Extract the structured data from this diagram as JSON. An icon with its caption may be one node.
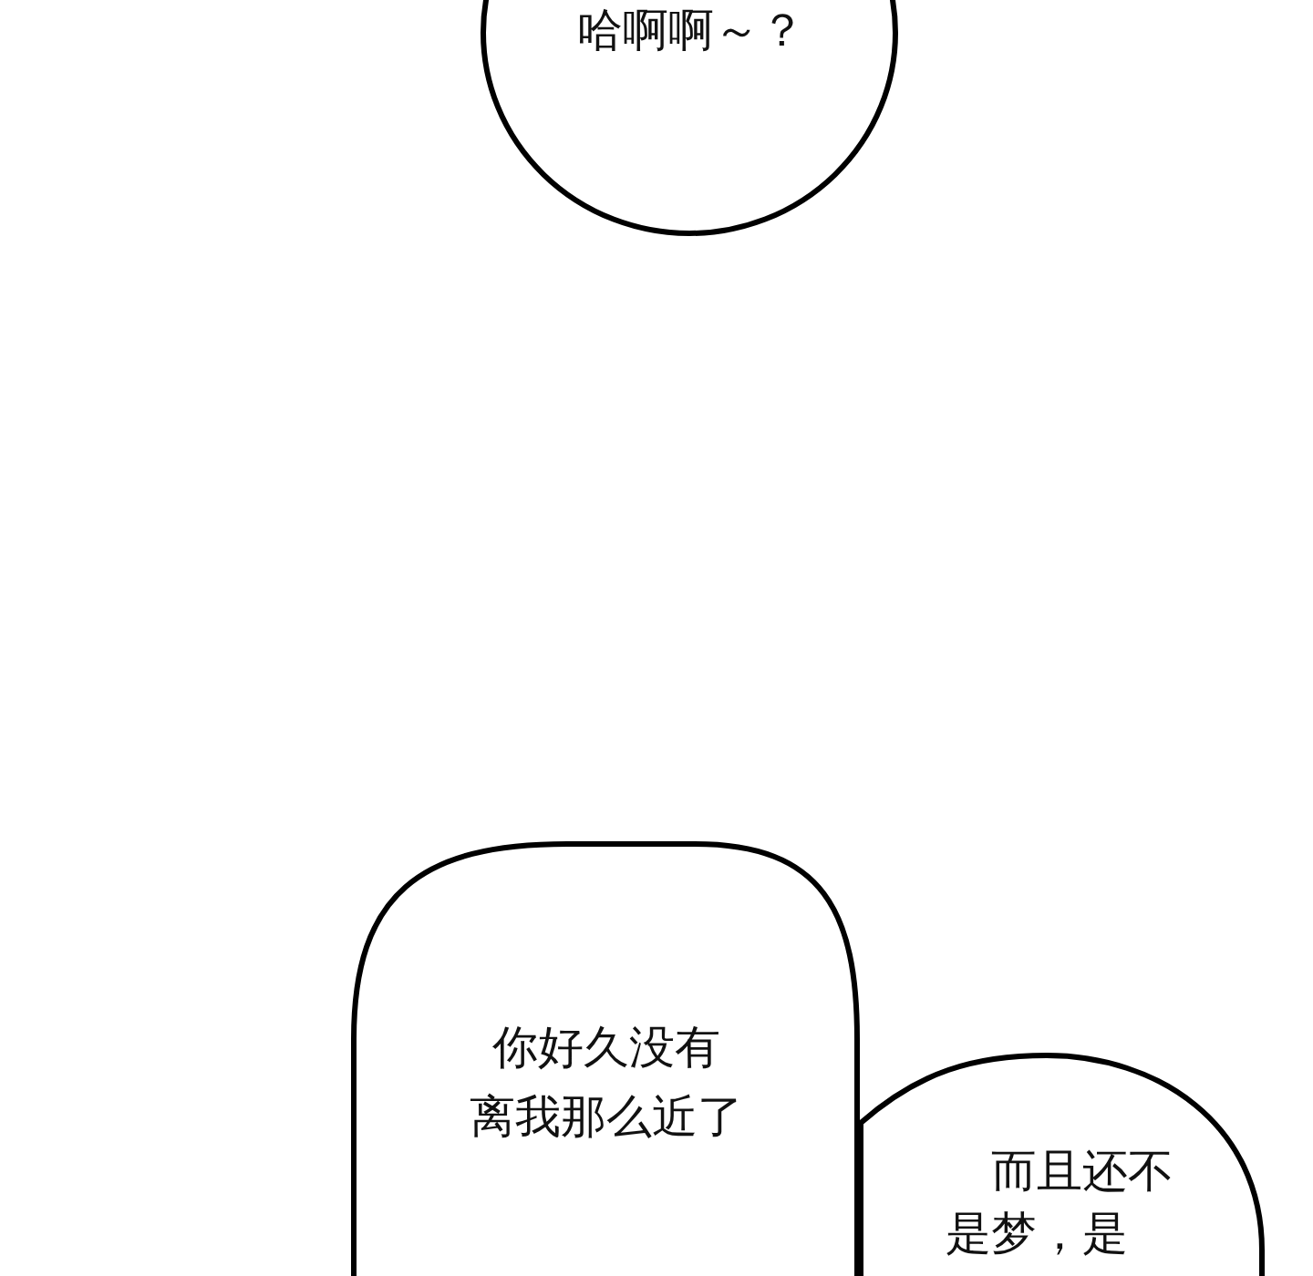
{
  "diagram": {
    "nodes": [
      {
        "text": [
          "哈啊啊～？"
        ]
      },
      {
        "text": [
          "你好久没有离我那么近了"
        ]
      },
      {
        "text": [
          "而且还不是梦，是"
        ]
      }
    ]
  }
}
